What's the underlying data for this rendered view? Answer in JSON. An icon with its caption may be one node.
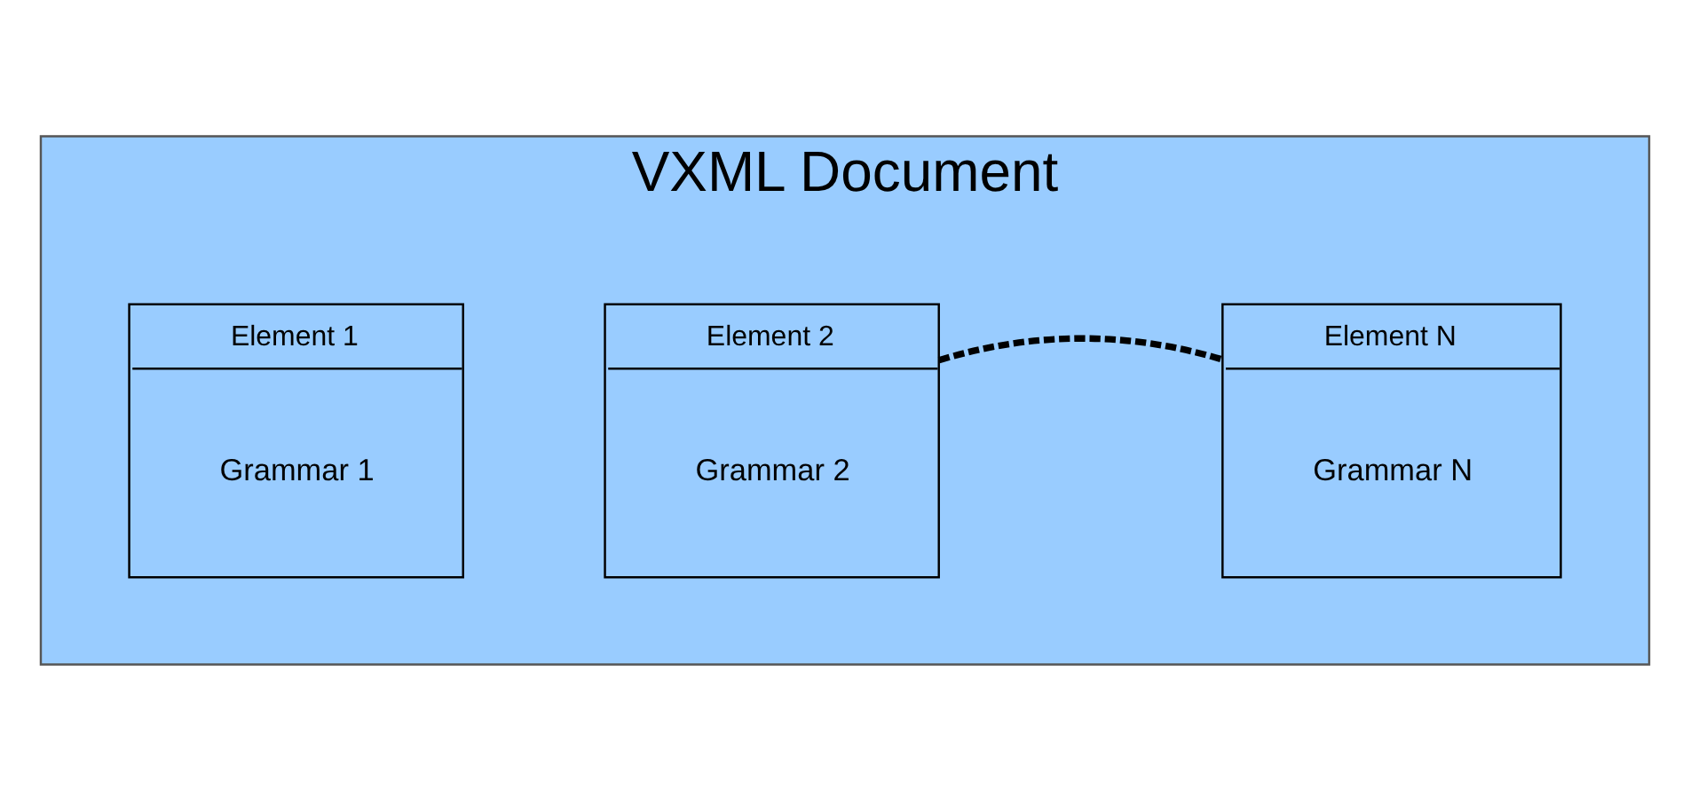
{
  "diagram": {
    "nodes": [
      {
        "text": [
          "VXML Document"
        ]
      },
      {
        "text": [
          "Element 1",
          "Grammar 1"
        ],
        "in": 0
      },
      {
        "text": [
          "Element 2",
          "Grammar 2"
        ],
        "in": 0
      },
      {
        "text": [
          "Element N",
          "Grammar N"
        ],
        "in": 0
      }
    ],
    "edges": [
      {
        "from": 2,
        "to": 3,
        "arrow": "none",
        "style": "dashed"
      }
    ]
  }
}
